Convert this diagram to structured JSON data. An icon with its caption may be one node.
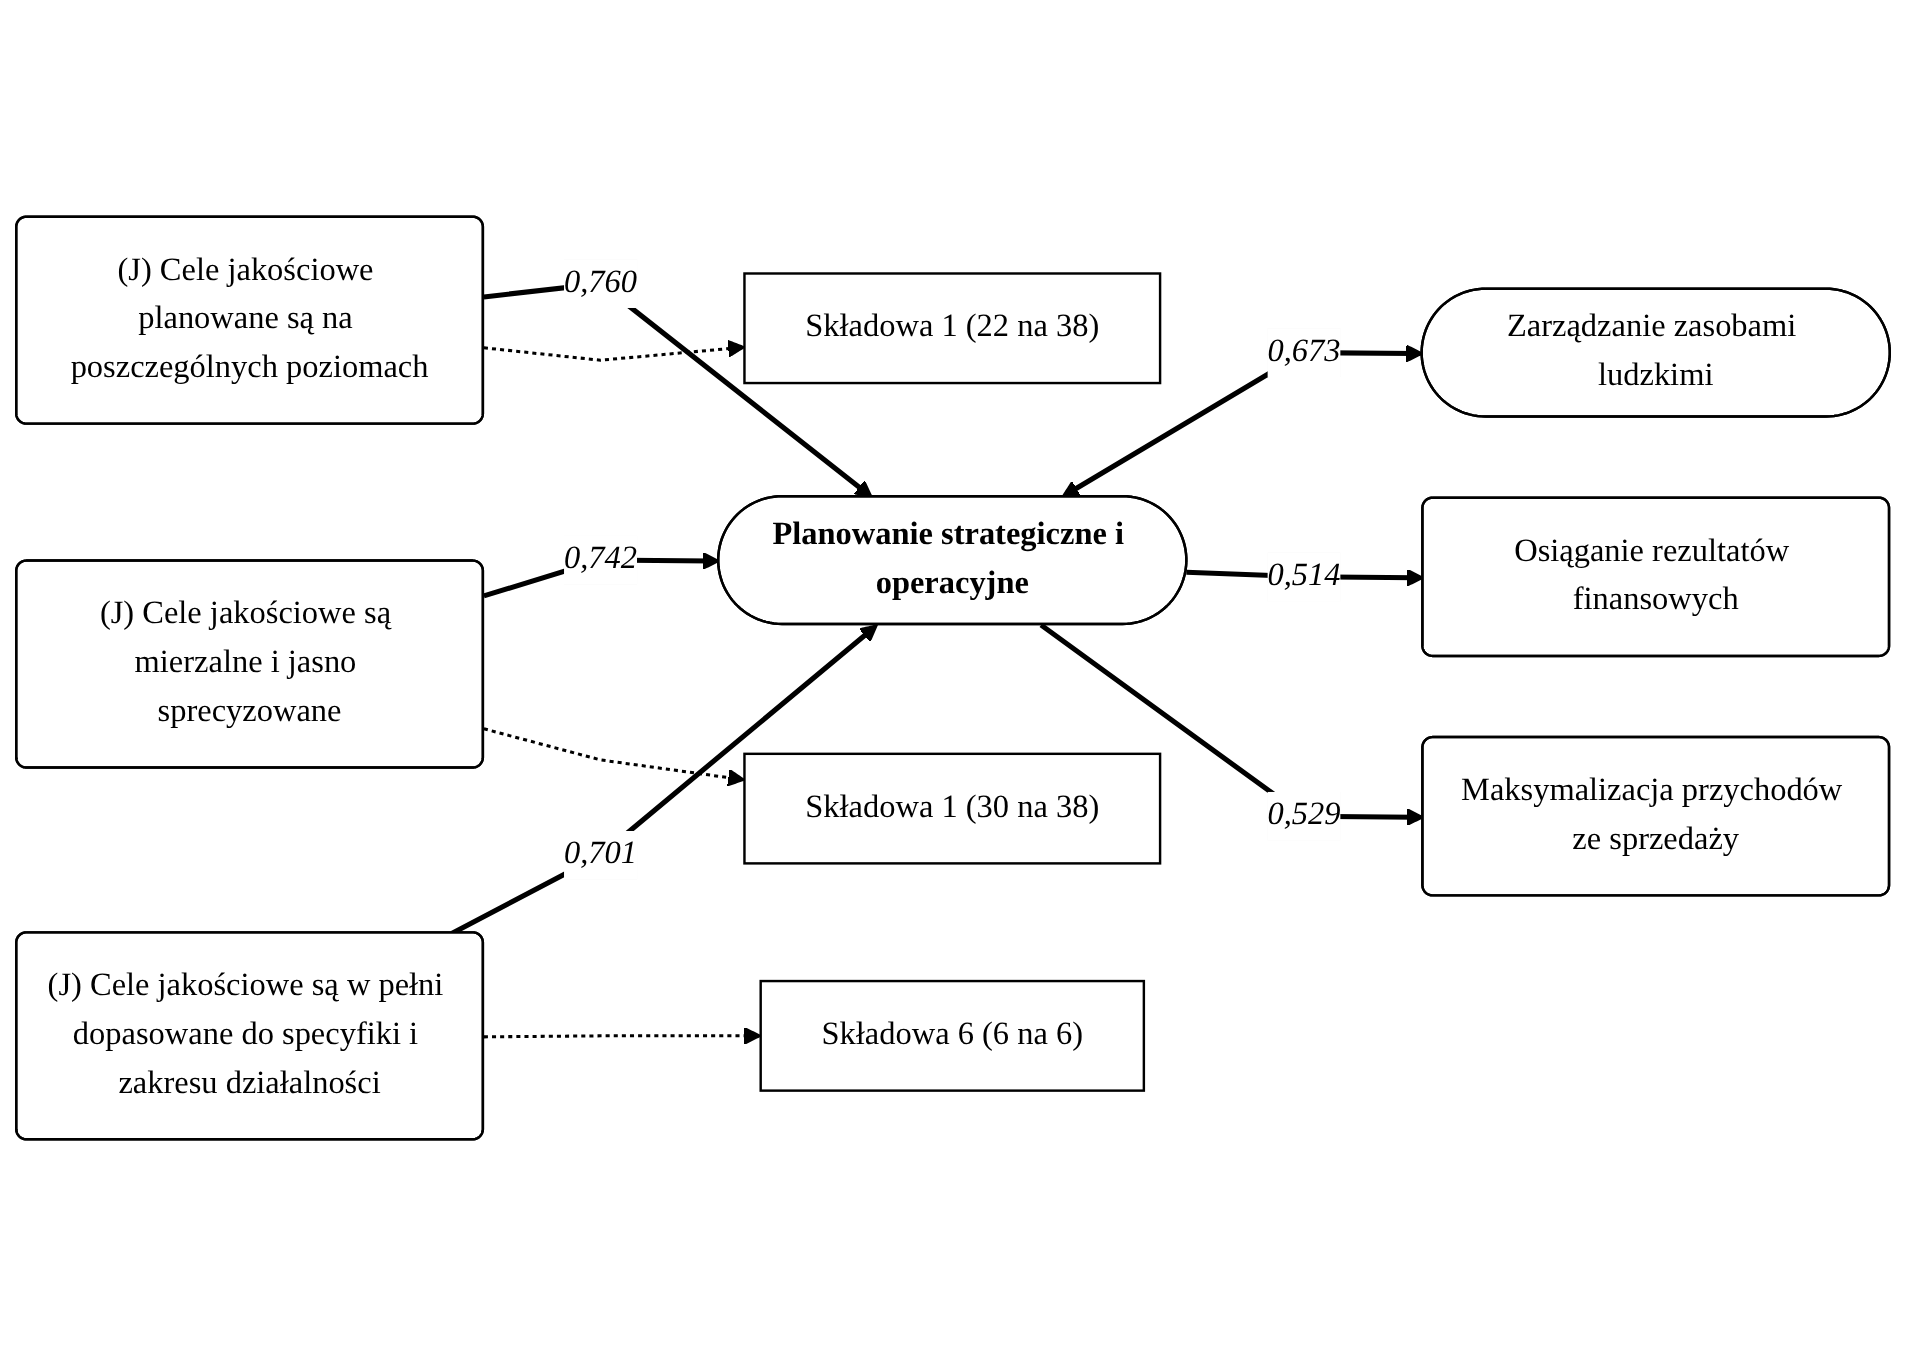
{
  "diagram": {
    "nodes": [
      {
        "text": [
          "(J) Cele jakościowe planowane są na poszczególnych poziomach"
        ]
      },
      {
        "text": [
          "Planowanie strategiczne i operacyjne"
        ]
      },
      {
        "text": [
          "Osiąganie rezultatów finansowych"
        ]
      },
      {
        "text": [
          "(J) Cele jakościowe są mierzalne i jasno sprecyzowane"
        ]
      },
      {
        "text": [
          "Maksymalizacja przychodów ze sprzedaży"
        ]
      },
      {
        "text": [
          "Zarządzanie zasobami ludzkimi"
        ]
      },
      {
        "text": [
          "(J) Cele jakościowe są w pełni dopasowane do specyfiki i zakresu działalności"
        ]
      },
      {
        "text": [
          "Składowa 6 (6 na 6)"
        ]
      },
      {
        "text": [
          "Składowa 1 (30 na 38)"
        ]
      },
      {
        "text": [
          "Składowa 1 (22 na 38)"
        ]
      }
    ],
    "edges": [
      {
        "from": 0,
        "to": 1,
        "arrow": "to",
        "label": "0,760"
      },
      {
        "from": 3,
        "to": 1,
        "arrow": "to",
        "label": "0,742"
      },
      {
        "from": 6,
        "to": 1,
        "arrow": "to",
        "label": "0,701"
      },
      {
        "from": 1,
        "to": 5,
        "arrow": "both",
        "label": "0,673"
      },
      {
        "from": 1,
        "to": 2,
        "arrow": "to",
        "label": "0,514"
      },
      {
        "from": 1,
        "to": 4,
        "arrow": "to",
        "label": "0,529"
      },
      {
        "from": 0,
        "to": 9,
        "arrow": "to",
        "style": "dashed"
      },
      {
        "from": 3,
        "to": 8,
        "arrow": "to",
        "style": "dashed"
      },
      {
        "from": 6,
        "to": 7,
        "arrow": "to",
        "style": "dashed"
      }
    ]
  }
}
